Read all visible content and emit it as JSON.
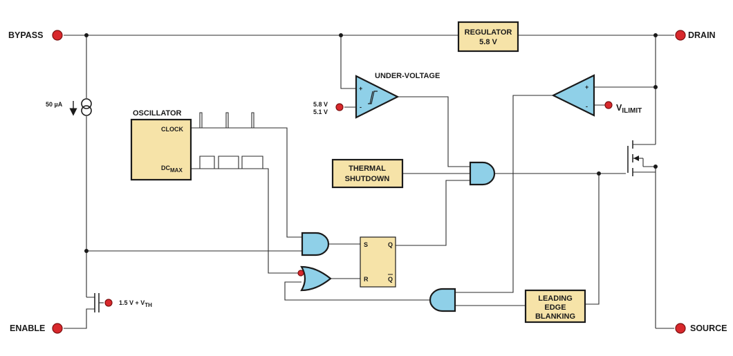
{
  "pins": {
    "bypass": "BYPASS",
    "drain": "DRAIN",
    "enable": "ENABLE",
    "source": "SOURCE"
  },
  "regulator": {
    "title": "REGULATOR",
    "value": "5.8 V"
  },
  "under_voltage": {
    "label": "UNDER-VOLTAGE",
    "thresh_high": "5.8 V",
    "thresh_low": "5.1 V",
    "plus": "+",
    "minus": "-"
  },
  "current_source": {
    "value": "50 µA"
  },
  "oscillator": {
    "title": "OSCILLATOR",
    "clock": "CLOCK",
    "dc": "DC",
    "dc_sub": "MAX"
  },
  "thermal": {
    "line1": "THERMAL",
    "line2": "SHUTDOWN"
  },
  "current_limit": {
    "v": "V",
    "i": "I",
    "sub": "LIMIT",
    "plus": "+",
    "minus": "-"
  },
  "flipflop": {
    "s": "S",
    "r": "R",
    "q": "Q",
    "qbar": "Q"
  },
  "leb": {
    "line1": "LEADING",
    "line2": "EDGE",
    "line3": "BLANKING"
  },
  "enable_ref": {
    "text": "1.5 V + V",
    "sub": "TH"
  },
  "colors": {
    "block_fill": "#f6e3a8",
    "gate_fill": "#8fd0e8",
    "pin_red": "#d8282c"
  }
}
